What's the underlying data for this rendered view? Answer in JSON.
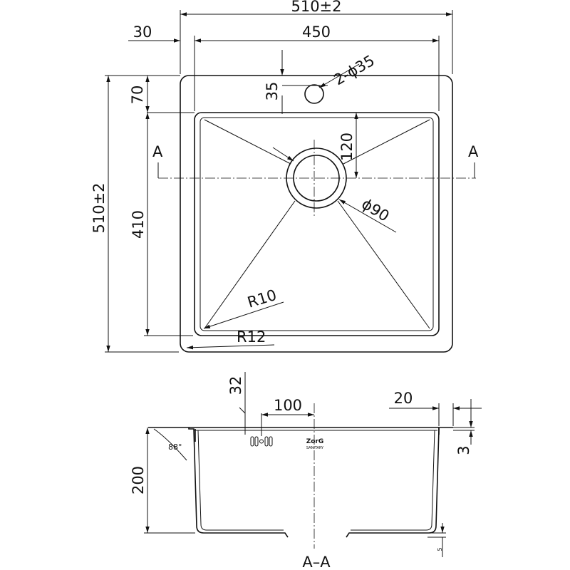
{
  "drawing": {
    "top_view": {
      "overall_width": "510±2",
      "flange_offset": "30",
      "bowl_width": "450",
      "tap_hole_offset": "35",
      "tap_hole": "2-ϕ35",
      "flange_top": "70",
      "drain_offset": "120",
      "overall_depth": "510±2",
      "bowl_depth": "410",
      "drain_diameter": "ϕ90",
      "inner_radius": "R10",
      "outer_radius": "R12",
      "section_mark_left": "A",
      "section_mark_right": "A"
    },
    "section_view": {
      "overflow_offset": "32",
      "overflow_spacing": "100",
      "rim_width": "20",
      "rim_thickness": "3",
      "height": "200",
      "wall_angle": "88°",
      "bottom_gap": "5",
      "section_label": "A–A",
      "brand": "ZorG",
      "brand_sub": "SANITARY"
    }
  }
}
